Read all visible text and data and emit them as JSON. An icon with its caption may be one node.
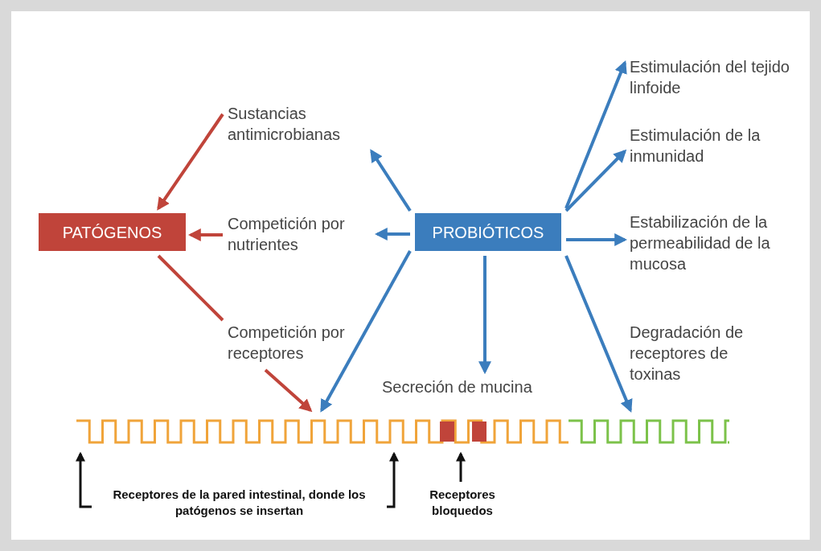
{
  "diagram": {
    "nodes": [
      {
        "text": [
          "PATÓGENOS"
        ]
      },
      {
        "text": [
          "PROBIÓTICOS"
        ]
      },
      {
        "text": [
          "Sustancias antimicrobianas"
        ]
      },
      {
        "text": [
          "Competición por nutrientes"
        ]
      },
      {
        "text": [
          "Competición por receptores"
        ]
      },
      {
        "text": [
          "Secreción de mucina"
        ]
      },
      {
        "text": [
          "Estimulación del tejido linfoide"
        ]
      },
      {
        "text": [
          "Estimulación de la inmunidad"
        ]
      },
      {
        "text": [
          "Estabilización de la permeabilidad de la mucosa"
        ]
      },
      {
        "text": [
          "Degradación de receptores de toxinas"
        ]
      },
      {
        "text": [],
        "shape": "picture"
      },
      {
        "text": [],
        "shape": "picture"
      },
      {
        "text": [
          "Receptores de la pared intestinal, donde los patógenos se insertan"
        ]
      },
      {
        "text": [
          "Receptores bloquedos"
        ]
      }
    ],
    "edges": [
      {
        "from": 2,
        "to": 0,
        "arrow": "to",
        "color": "#c0443a"
      },
      {
        "from": 3,
        "to": 0,
        "arrow": "to",
        "color": "#c0443a"
      },
      {
        "from": 0,
        "to": 4,
        "arrow": "none",
        "color": "#c0443a"
      },
      {
        "from": 4,
        "to": 10,
        "arrow": "to",
        "color": "#c0443a"
      },
      {
        "from": 1,
        "to": 2,
        "arrow": "to"
      },
      {
        "from": 1,
        "to": 3,
        "arrow": "to"
      },
      {
        "from": 1,
        "to": 10,
        "arrow": "to"
      },
      {
        "from": 1,
        "to": 5,
        "arrow": "to"
      },
      {
        "from": 1,
        "to": 6,
        "arrow": "to"
      },
      {
        "from": 1,
        "to": 7,
        "arrow": "to"
      },
      {
        "from": 1,
        "to": 8,
        "arrow": "to"
      },
      {
        "from": 1,
        "to": 11,
        "arrow": "to"
      },
      {
        "from": 12,
        "to": 10,
        "arrow": "to",
        "color": "#111111"
      },
      {
        "from": 12,
        "to": 10,
        "arrow": "to",
        "color": "#111111"
      },
      {
        "from": 13,
        "to": 10,
        "arrow": "to",
        "color": "#111111"
      }
    ]
  }
}
